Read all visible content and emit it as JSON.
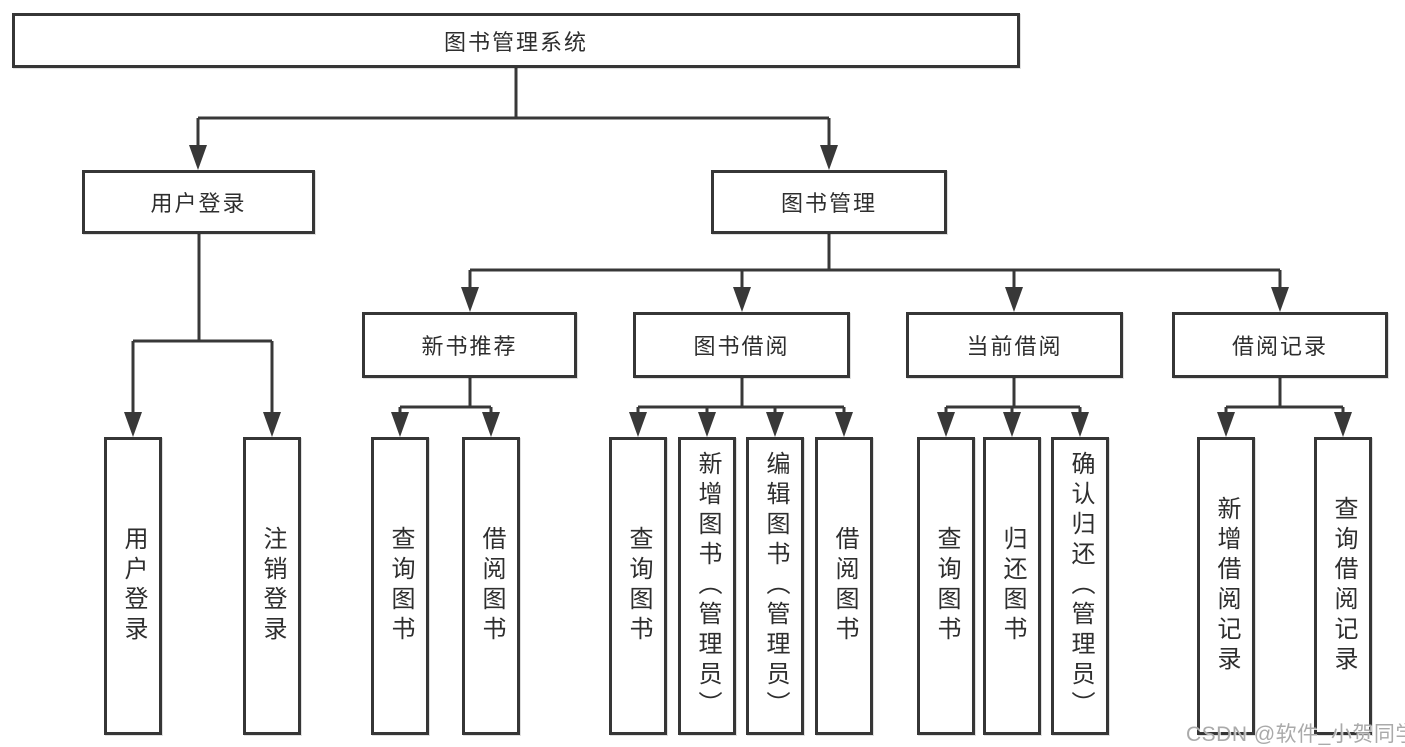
{
  "tree": {
    "root": {
      "label": "图书管理系统"
    },
    "children": [
      {
        "label": "用户登录",
        "children": [
          {
            "label": "用户登录"
          },
          {
            "label": "注销登录"
          }
        ]
      },
      {
        "label": "图书管理",
        "children": [
          {
            "label": "新书推荐",
            "children": [
              {
                "label": "查询图书"
              },
              {
                "label": "借阅图书"
              }
            ]
          },
          {
            "label": "图书借阅",
            "children": [
              {
                "label": "查询图书"
              },
              {
                "label": "新增图书（管理员）"
              },
              {
                "label": "编辑图书（管理员）"
              },
              {
                "label": "借阅图书"
              }
            ]
          },
          {
            "label": "当前借阅",
            "children": [
              {
                "label": "查询图书"
              },
              {
                "label": "归还图书"
              },
              {
                "label": "确认归还（管理员）"
              }
            ]
          },
          {
            "label": "借阅记录",
            "children": [
              {
                "label": "新增借阅记录"
              },
              {
                "label": "查询借阅记录"
              }
            ]
          }
        ]
      }
    ]
  },
  "watermark": {
    "text": "CSDN @软件_小贺同学"
  },
  "colors": {
    "line": "#383838",
    "border": "#363636",
    "text": "#2e2e2e",
    "background": "#ffffff",
    "watermark_gray": "#aaaaaa"
  }
}
